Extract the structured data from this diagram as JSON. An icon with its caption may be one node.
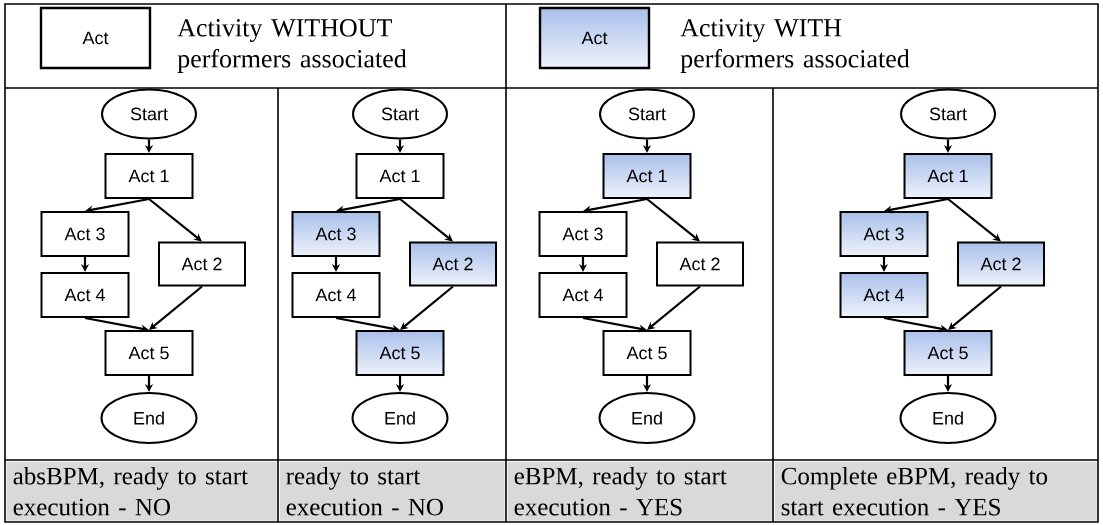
{
  "diagram": {
    "nodes": [
      {
        "text": [
          "Start"
        ]
      },
      {
        "text": [
          "Act 1"
        ]
      },
      {
        "text": [
          "Act 3"
        ]
      },
      {
        "text": [
          "Act 2"
        ]
      },
      {
        "text": [
          "Act 4"
        ]
      },
      {
        "text": [
          "Act 5"
        ]
      },
      {
        "text": [
          "End"
        ]
      },
      {
        "text": [
          "Start"
        ]
      },
      {
        "text": [
          "Act 1"
        ]
      },
      {
        "text": [
          "Act 3"
        ]
      },
      {
        "text": [
          "Act 2"
        ]
      },
      {
        "text": [
          "Act 4"
        ]
      },
      {
        "text": [
          "Act 5"
        ]
      },
      {
        "text": [
          "End"
        ]
      },
      {
        "text": [
          "Start"
        ]
      },
      {
        "text": [
          "Act 1"
        ]
      },
      {
        "text": [
          "Act 3"
        ]
      },
      {
        "text": [
          "Act 2"
        ]
      },
      {
        "text": [
          "Act 4"
        ]
      },
      {
        "text": [
          "Act 5"
        ]
      },
      {
        "text": [
          "End"
        ]
      },
      {
        "text": [
          "Start"
        ]
      },
      {
        "text": [
          "Act 1"
        ]
      },
      {
        "text": [
          "Act 3"
        ]
      },
      {
        "text": [
          "Act 2"
        ]
      },
      {
        "text": [
          "Act 4"
        ]
      },
      {
        "text": [
          "Act 5"
        ]
      },
      {
        "text": [
          "End"
        ]
      }
    ],
    "edges": [
      {
        "from": 0,
        "to": 1,
        "arrow": "to"
      },
      {
        "from": 1,
        "to": 2,
        "arrow": "to"
      },
      {
        "from": 1,
        "to": 3,
        "arrow": "to"
      },
      {
        "from": 2,
        "to": 4,
        "arrow": "to"
      },
      {
        "from": 4,
        "to": 5,
        "arrow": "to"
      },
      {
        "from": 3,
        "to": 5,
        "arrow": "to"
      },
      {
        "from": 5,
        "to": 6,
        "arrow": "to"
      },
      {
        "from": 7,
        "to": 8,
        "arrow": "to"
      },
      {
        "from": 8,
        "to": 9,
        "arrow": "to"
      },
      {
        "from": 8,
        "to": 10,
        "arrow": "to"
      },
      {
        "from": 9,
        "to": 11,
        "arrow": "to"
      },
      {
        "from": 11,
        "to": 12,
        "arrow": "to"
      },
      {
        "from": 10,
        "to": 12,
        "arrow": "to"
      },
      {
        "from": 12,
        "to": 13,
        "arrow": "to"
      },
      {
        "from": 14,
        "to": 15,
        "arrow": "to"
      },
      {
        "from": 15,
        "to": 16,
        "arrow": "to"
      },
      {
        "from": 15,
        "to": 17,
        "arrow": "to"
      },
      {
        "from": 16,
        "to": 18,
        "arrow": "to"
      },
      {
        "from": 18,
        "to": 19,
        "arrow": "to"
      },
      {
        "from": 17,
        "to": 19,
        "arrow": "to"
      },
      {
        "from": 19,
        "to": 20,
        "arrow": "to"
      },
      {
        "from": 21,
        "to": 22,
        "arrow": "to"
      },
      {
        "from": 22,
        "to": 23,
        "arrow": "to"
      },
      {
        "from": 22,
        "to": 24,
        "arrow": "to"
      },
      {
        "from": 23,
        "to": 25,
        "arrow": "to"
      },
      {
        "from": 25,
        "to": 26,
        "arrow": "to"
      },
      {
        "from": 24,
        "to": 26,
        "arrow": "to"
      },
      {
        "from": 26,
        "to": 27,
        "arrow": "to"
      }
    ],
    "labels": [
      "Act",
      "Act",
      "absBPM, ready to start execution - NO",
      "ready to start execution - NO",
      "eBPM, ready to start execution - YES",
      "Complete eBPM, ready to start execution - YES"
    ],
    "legend": [
      {
        "text": "Activity WITHOUT performers associated"
      },
      {
        "text": "Activity WITH performers associated",
        "color": "#a9bfea"
      }
    ]
  }
}
